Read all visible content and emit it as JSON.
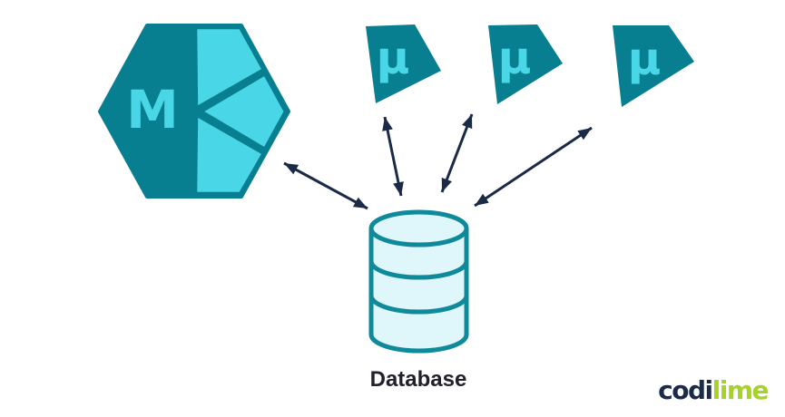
{
  "diagram": {
    "monolith": {
      "label": "M"
    },
    "microservices": [
      {
        "label": "μ"
      },
      {
        "label": "μ"
      },
      {
        "label": "μ"
      }
    ],
    "database": {
      "label": "Database"
    }
  },
  "logo": {
    "codi": "codi",
    "lime": "lime"
  },
  "colors": {
    "teal_dark": "#087f91",
    "cyan_light": "#49d7e7",
    "db_fill": "#dff7fb",
    "db_stroke": "#0e8a9b",
    "navy": "#1b2b47",
    "text_dark": "#21212b",
    "logo_navy": "#1b2b4a",
    "logo_lime": "#a6d327"
  }
}
